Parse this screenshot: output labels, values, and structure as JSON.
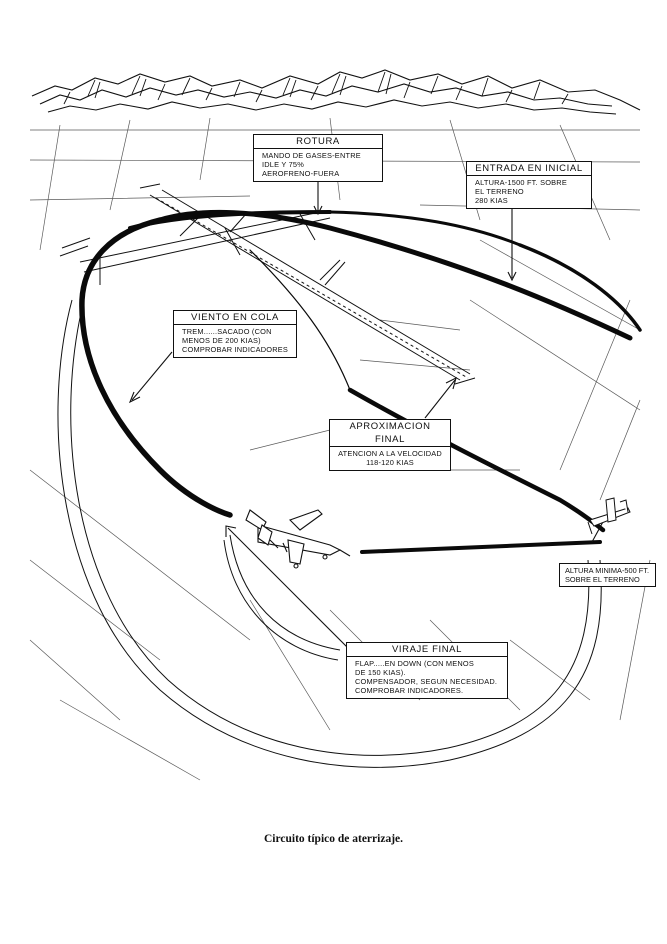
{
  "boxes": {
    "rotura": {
      "title": "ROTURA",
      "lines": [
        "MANDO DE GASES-ENTRE",
        "IDLE Y 75%",
        "AEROFRENO-FUERA"
      ]
    },
    "entrada_inicial": {
      "title": "ENTRADA EN INICIAL",
      "lines": [
        "ALTURA-1500 Ft. SOBRE",
        "EL TERRENO",
        "280 KIAS"
      ]
    },
    "viento_en_cola": {
      "title": "VIENTO EN COLA",
      "lines": [
        "TREM......SACADO (CON",
        "MENOS DE 200 KIAS)",
        "COMPROBAR INDICADORES"
      ]
    },
    "aproximacion_final": {
      "title": "APROXIMACION FINAL",
      "lines": [
        "ATENCION A LA VELOCIDAD",
        "118-120 KIAS"
      ]
    },
    "altura_minima": {
      "lines": [
        "ALTURA MINIMA-500 Ft.",
        "SOBRE EL TERRENO"
      ]
    },
    "viraje_final": {
      "title": "VIRAJE FINAL",
      "lines": [
        "FLAP.....EN DOWN (CON MENOS",
        "DE 150 KIAS).",
        "COMPENSADOR, SEGUN NECESIDAD.",
        "COMPROBAR INDICADORES."
      ]
    }
  },
  "caption": "Circuito típico de aterrizaje.",
  "colors": {
    "ink": "#111111",
    "paper": "#ffffff"
  }
}
